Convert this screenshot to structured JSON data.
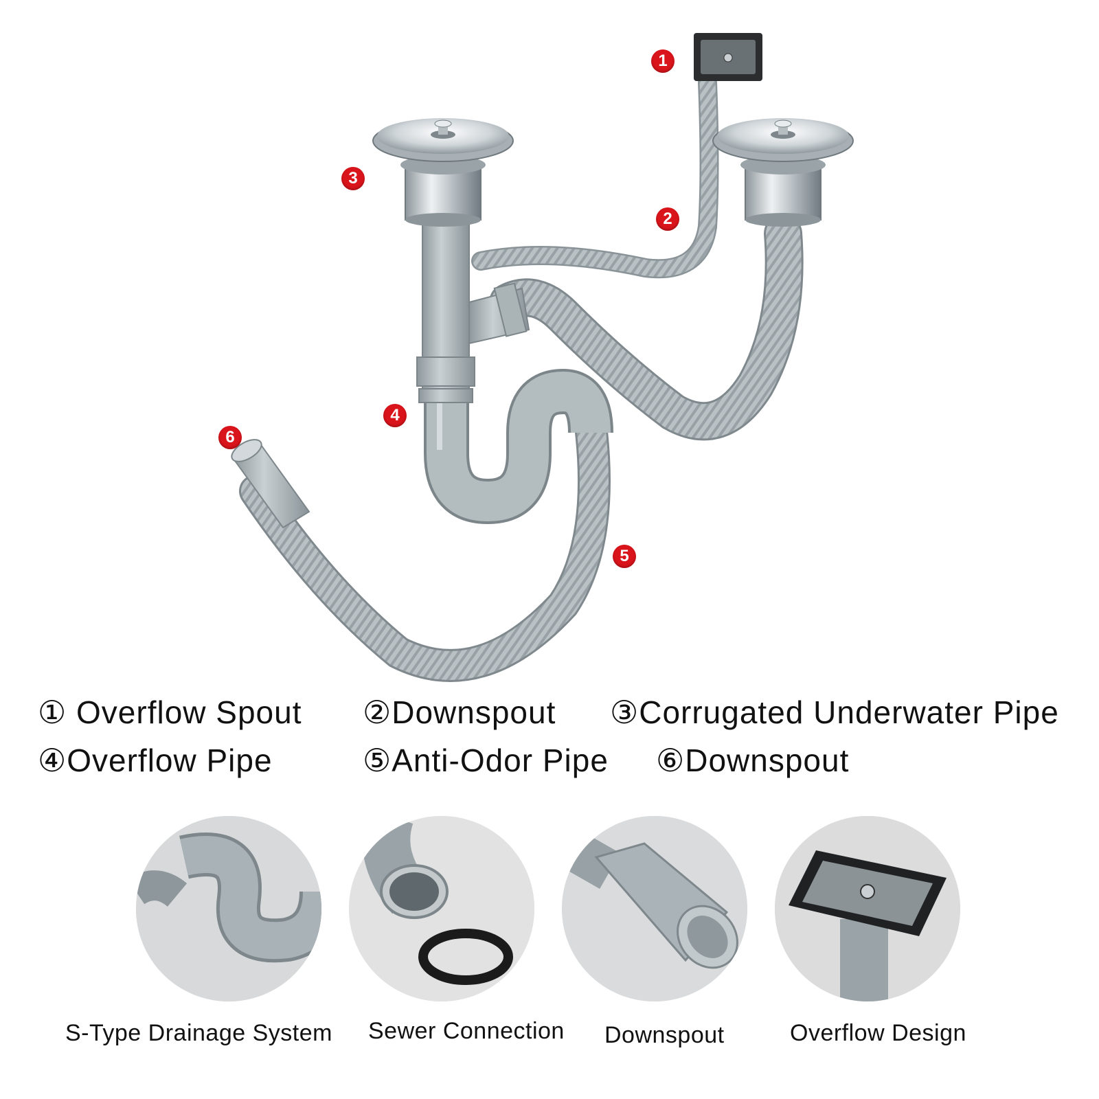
{
  "badges": [
    "1",
    "2",
    "3",
    "4",
    "5",
    "6"
  ],
  "legend": [
    "① Overflow Spout",
    "②Downspout",
    "③Corrugated Underwater Pipe",
    "④Overflow Pipe",
    "⑤Anti-Odor Pipe",
    "⑥Downspout"
  ],
  "captions": [
    "S-Type Drainage System",
    "Sewer Connection",
    "Downspout",
    "Overflow Design"
  ],
  "colors": {
    "badge": "#d9141b",
    "pipe": "#b8c1c4",
    "steel": "#c9cfd3"
  }
}
